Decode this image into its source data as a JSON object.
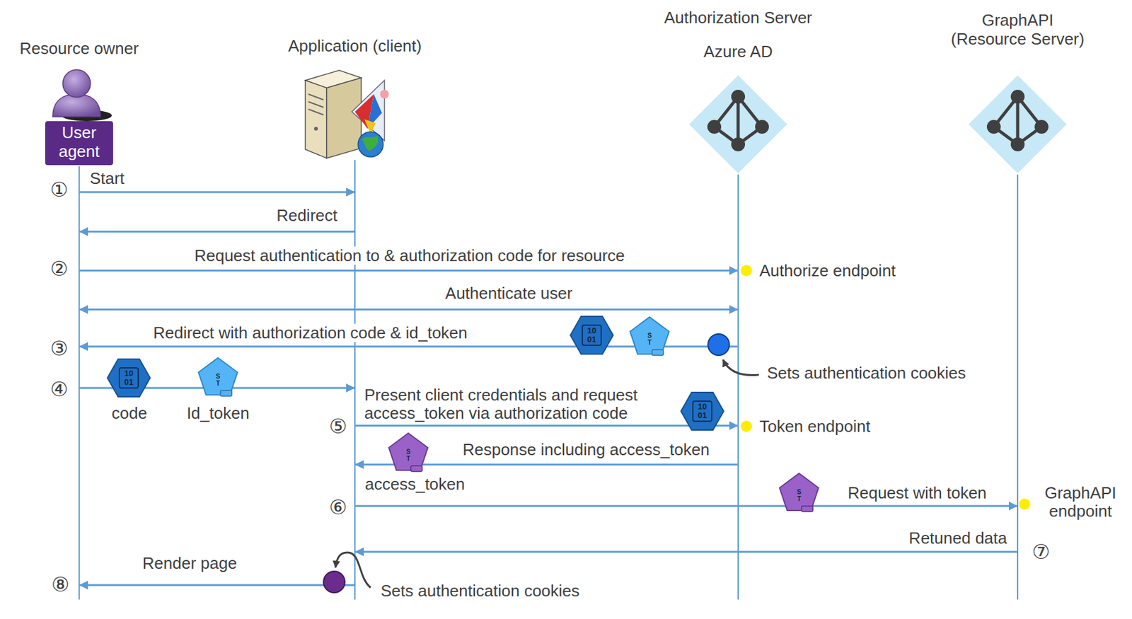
{
  "diagram": {
    "nodes": [
      {
        "text": [
          "Resource owner",
          "User agent"
        ]
      },
      {
        "text": [
          "Application (client)"
        ]
      },
      {
        "text": [
          "Authorization Server",
          "Azure AD"
        ]
      },
      {
        "text": [
          "GraphAPI (Resource Server)"
        ]
      }
    ],
    "edges": [
      {
        "from": 0,
        "to": 1,
        "label": "Start",
        "arrow": "to"
      },
      {
        "from": 1,
        "to": 0,
        "label": "Redirect",
        "arrow": "to"
      },
      {
        "from": 0,
        "to": 2,
        "label": "Request authentication to & authorization code for resource",
        "arrow": "to"
      },
      {
        "from": 0,
        "to": 2,
        "label": "Authenticate user",
        "arrow": "both"
      },
      {
        "from": 2,
        "to": 0,
        "label": "Redirect with authorization code & id_token",
        "arrow": "to"
      },
      {
        "from": 0,
        "to": 1,
        "arrow": "to"
      },
      {
        "from": 1,
        "to": 2,
        "label": "Present client credentials and request access_token via authorization code",
        "arrow": "to"
      },
      {
        "from": 2,
        "to": 1,
        "label": "Response including access_token",
        "arrow": "to"
      },
      {
        "from": 1,
        "to": 3,
        "label": "Request with token",
        "arrow": "to"
      },
      {
        "from": 3,
        "to": 1,
        "label": "Retuned data",
        "arrow": "to"
      },
      {
        "from": 1,
        "to": 0,
        "label": "Render page",
        "arrow": "to"
      }
    ],
    "labels": [
      "①",
      "Authorize endpoint",
      "②",
      "③",
      "10 01",
      "S T",
      "Sets authentication cookies",
      "④",
      "10 01",
      "S T",
      "code",
      "Id_token",
      "⑤",
      "10 01",
      "Token endpoint",
      "S T",
      "access_token",
      "⑥",
      "S T",
      "GraphAPI endpoint",
      "⑦",
      "⑧",
      "Sets authentication cookies"
    ]
  }
}
